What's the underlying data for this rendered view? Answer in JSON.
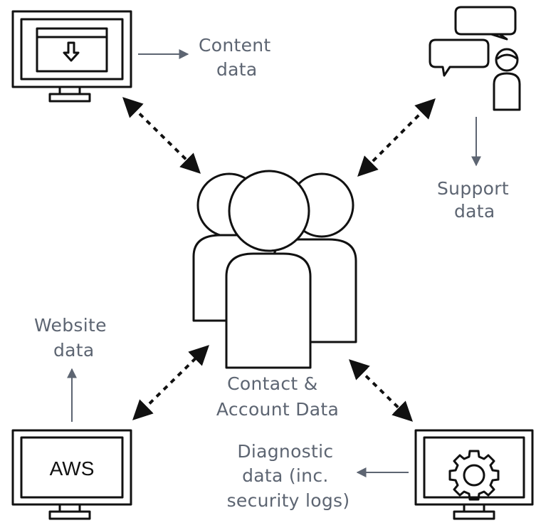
{
  "nodes": {
    "content_monitor": {
      "icon": "download-icon"
    },
    "support_people": {
      "icon": "chat-bubbles-icon"
    },
    "users": {
      "icon": "user-group-icon"
    },
    "aws_monitor": {
      "screen_text": "AWS"
    },
    "settings_monitor": {
      "icon": "gear-icon"
    }
  },
  "labels": {
    "content": [
      "Content",
      "data"
    ],
    "support": [
      "Support",
      "data"
    ],
    "website": [
      "Website",
      "data"
    ],
    "center": [
      "Contact &",
      "Account Data"
    ],
    "diagnostic": [
      "Diagnostic",
      "data (inc.",
      "security logs)"
    ]
  },
  "colors": {
    "ink": "#111111",
    "label": "#5d6572"
  }
}
